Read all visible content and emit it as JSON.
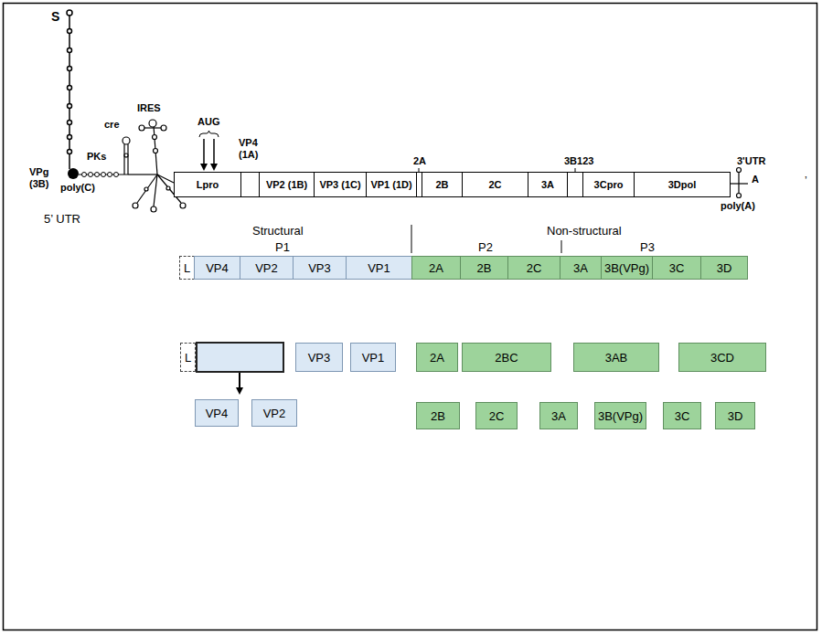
{
  "diagram": {
    "nodes": [
      {
        "text": [
          "Lpro"
        ]
      },
      {
        "text": [
          "VP2 (1B)"
        ]
      },
      {
        "text": [
          "VP3 (1C)"
        ]
      },
      {
        "text": [
          "VP1 (1D)"
        ]
      },
      {
        "text": [
          "2B"
        ]
      },
      {
        "text": [
          "2C"
        ]
      },
      {
        "text": [
          "3A"
        ]
      },
      {
        "text": [
          "3Cpro"
        ]
      },
      {
        "text": [
          "3Dpol"
        ]
      },
      {
        "text": [
          "L"
        ]
      },
      {
        "text": [
          "VP4"
        ]
      },
      {
        "text": [
          "VP2"
        ]
      },
      {
        "text": [
          "VP3"
        ]
      },
      {
        "text": [
          "VP1"
        ]
      },
      {
        "text": [
          "2A"
        ]
      },
      {
        "text": [
          "2B"
        ]
      },
      {
        "text": [
          "2C"
        ]
      },
      {
        "text": [
          "3A"
        ]
      },
      {
        "text": [
          "3B(VPg)"
        ]
      },
      {
        "text": [
          "3C"
        ]
      },
      {
        "text": [
          "3D"
        ]
      },
      {
        "text": [
          "L"
        ]
      },
      {
        "text": [
          "VP3"
        ]
      },
      {
        "text": [
          "VP1"
        ]
      },
      {
        "text": [
          "2A"
        ]
      },
      {
        "text": [
          "2BC"
        ]
      },
      {
        "text": [
          "3AB"
        ]
      },
      {
        "text": [
          "3CD"
        ]
      },
      {
        "text": [
          "VP4"
        ]
      },
      {
        "text": [
          "VP2"
        ]
      },
      {
        "text": [
          "2B"
        ]
      },
      {
        "text": [
          "2C"
        ]
      },
      {
        "text": [
          "3A"
        ]
      },
      {
        "text": [
          "3B(VPg)"
        ]
      },
      {
        "text": [
          "3C"
        ]
      },
      {
        "text": [
          "3D"
        ]
      }
    ],
    "labels": [
      "S",
      "IRES",
      "AUG",
      "VP4 (1A)",
      "2A",
      "3B123",
      "3'UTR",
      "’",
      "cre",
      "PKs",
      "VPg (3B)",
      "poly(C)",
      "poly(A)",
      "A",
      "5’ UTR",
      "Structural",
      "Non-structural",
      "P1",
      "P2",
      "P3"
    ]
  }
}
